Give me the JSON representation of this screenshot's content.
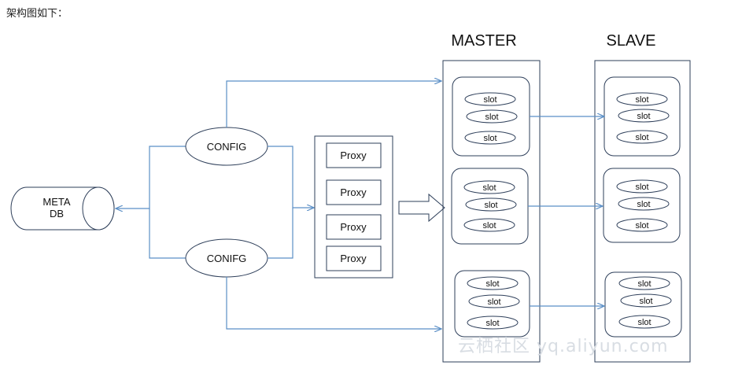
{
  "caption": "架构图如下：",
  "headers": {
    "master": "MASTER",
    "slave": "SLAVE"
  },
  "metadb": {
    "line1": "META",
    "line2": "DB"
  },
  "config_top": "CONFIG",
  "config_bottom": "CONIFG",
  "proxies": [
    "Proxy",
    "Proxy",
    "Proxy",
    "Proxy"
  ],
  "slot_label": "slot",
  "watermark": "云栖社区 yq.aliyun.com",
  "colors": {
    "arrow": "#5b8fc6",
    "border": "#2e3f5a"
  }
}
